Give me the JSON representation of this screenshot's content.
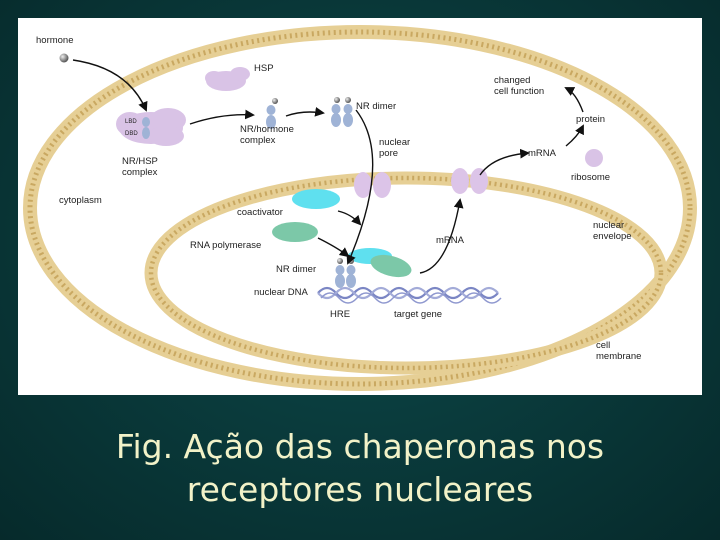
{
  "diagram": {
    "labels": {
      "hormone": "hormone",
      "hsp": "HSP",
      "nr_dimer_top": "NR dimer",
      "lbd": "LBD",
      "dbd": "DBD",
      "nr_hsp_complex": "NR/HSP\ncomplex",
      "nr_hormone_complex": "NR/hormone\ncomplex",
      "nuclear_pore": "nuclear\npore",
      "changed_cell_function": "changed\ncell function",
      "protein": "protein",
      "mrna_top": "mRNA",
      "ribosome": "ribosome",
      "cytoplasm": "cytoplasm",
      "coactivator": "coactivator",
      "rna_polymerase": "RNA polymerase",
      "mrna_nucleus": "mRNA",
      "nuclear_envelope": "nuclear\nenvelope",
      "nr_dimer_bottom": "NR dimer",
      "nuclear_dna": "nuclear DNA",
      "hre": "HRE",
      "target_gene": "target gene",
      "cell_membrane": "cell\nmembrane"
    },
    "colors": {
      "membrane": "#d9b872",
      "hsp": "#d9c3e6",
      "receptor": "#9fb3d6",
      "coactivator": "#5fe0ef",
      "rna_polymerase": "#7cc8a8",
      "dna": "#8a93c8",
      "pore": "#dcc4e8",
      "ribosome": "#d9c3e6"
    }
  },
  "caption": {
    "line1": "Fig. Ação das chaperonas nos",
    "line2": "receptores nucleares"
  }
}
